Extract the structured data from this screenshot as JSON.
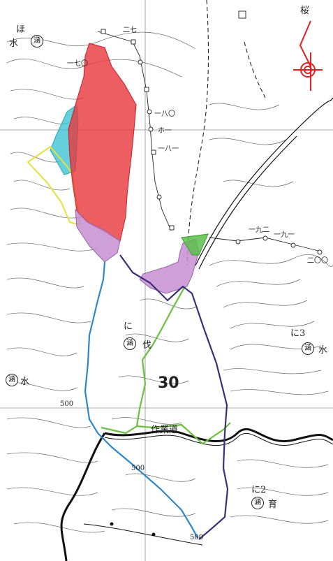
{
  "labels": {
    "compartment_number": "30",
    "work_road": "作業道",
    "ho": "ほ",
    "ni": "に",
    "ni3": "に3",
    "ni2": "に2",
    "batsu": "伐",
    "mizu_top_left": "水",
    "mizu_left": "水",
    "mizu_right": "水",
    "iku": "育",
    "sakura": "桜",
    "contour_500_left": "500",
    "contour_500_bottom": "500",
    "contour_500_path": "500",
    "circle_han": "涵"
  },
  "elevations": {
    "e1": "一七〇",
    "e2": "一八〇",
    "e3": "一八一",
    "e4": "一九一",
    "e5": "一九二",
    "e6": "二〇〇",
    "e7": "ホ一",
    "e8": "二七"
  },
  "colors": {
    "red_area": "#e8363b",
    "cyan_area": "#3fc3d6",
    "purple_area": "#c58fd0",
    "green_area": "#5bbf4a",
    "yellow_line": "#e8e03a",
    "blue_line": "#2f86c9",
    "green_line": "#6cbf3f",
    "navy_line": "#3a2f7a",
    "north_arrow": "#e02020"
  }
}
